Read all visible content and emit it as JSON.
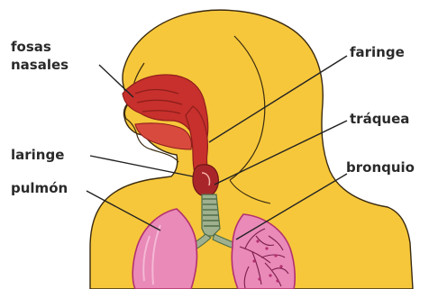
{
  "labels": {
    "fosas_line1": "fosas",
    "fosas_line2": "nasales",
    "faringe": "faringe",
    "traquea": "tráquea",
    "laringe": "laringe",
    "bronquio": "bronquio",
    "pulmon": "pulmón"
  },
  "colors": {
    "skin": "#F6C73A",
    "skin_outline": "#3a2a10",
    "airway": "#C7302C",
    "airway_dark": "#8E1E1C",
    "lung": "#E98AB9",
    "lung_dark": "#B3306F",
    "lung_detail": "#7A1E4C",
    "trachea": "#9FB08F",
    "trachea_ring": "#4E6B46",
    "leader": "#222222"
  }
}
